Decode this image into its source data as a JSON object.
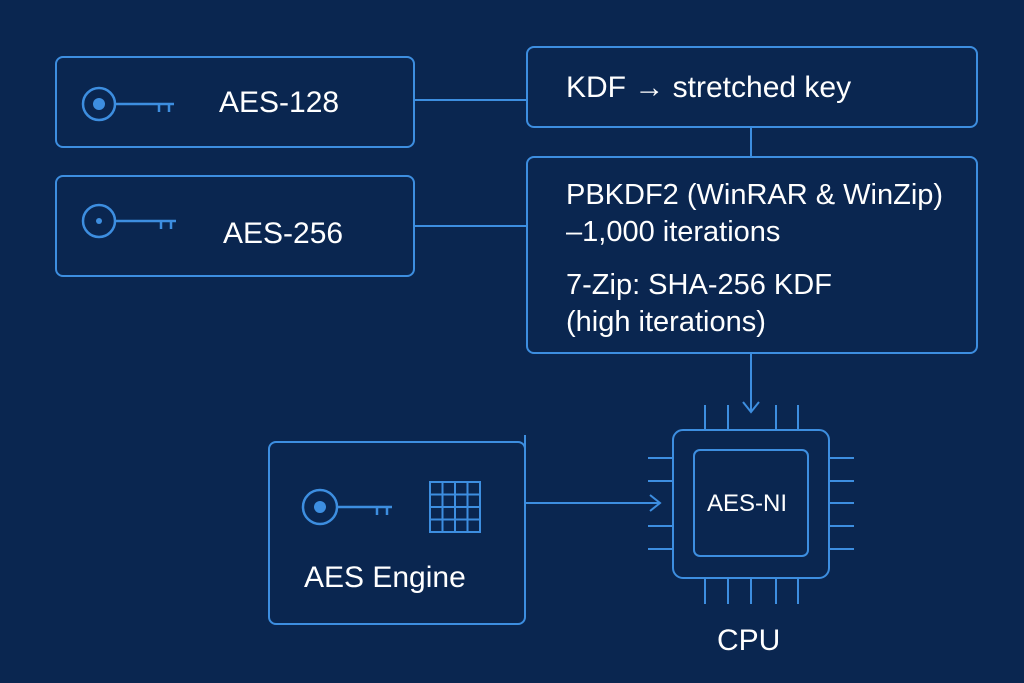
{
  "colors": {
    "background": "#0a2650",
    "stroke": "#3d8ee0",
    "text": "#ffffff"
  },
  "keys": [
    {
      "label": "AES-128",
      "icon": "key-icon"
    },
    {
      "label": "AES-256",
      "icon": "key-icon"
    }
  ],
  "kdf": {
    "title": "KDF → stretched key",
    "pbkdf2_line1": "PBKDF2 (WinRAR & WinZip)",
    "pbkdf2_line2": "–1,000 iterations",
    "sevenzip_line1": "7-Zip: SHA-256 KDF",
    "sevenzip_line2": "(high iterations)"
  },
  "engine": {
    "label": "AES Engine",
    "icons": [
      "key-icon",
      "grid-icon"
    ]
  },
  "cpu": {
    "chip_label": "AES-NI",
    "caption": "CPU",
    "icon": "cpu-chip-icon"
  }
}
